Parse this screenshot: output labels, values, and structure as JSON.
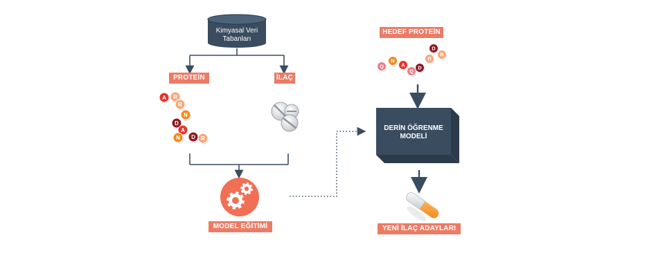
{
  "database": {
    "line1": "Kimyasal Veri",
    "line2": "Tabanları"
  },
  "labels": {
    "protein": "PROTEİN",
    "drug": "İLAÇ",
    "model_training": "MODEL EĞİTİMİ",
    "target_protein": "HEDEF PROTEİN",
    "new_drug_candidates": "YENİ İLAÇ ADAYLARI"
  },
  "model": {
    "line1": "DERİN ÖĞRENME",
    "line2": "MODELİ"
  },
  "protein_chain": [
    "A",
    "R",
    "R",
    "N",
    "D",
    "A",
    "N",
    "D",
    "R"
  ],
  "target_chain": [
    "Q",
    "N",
    "A",
    "Q",
    "D",
    "R",
    "D",
    "R"
  ],
  "colors": {
    "tag": "#ec7b65",
    "dark": "#394c60",
    "red": "#e4352a",
    "dark_red": "#8e1820",
    "orange": "#f18a1d",
    "peach": "#f3a978",
    "pink": "#e87f83",
    "gear_bg": "#f06f55"
  },
  "icons": [
    "database-icon",
    "pills-icon",
    "gears-icon",
    "capsule-icon"
  ]
}
